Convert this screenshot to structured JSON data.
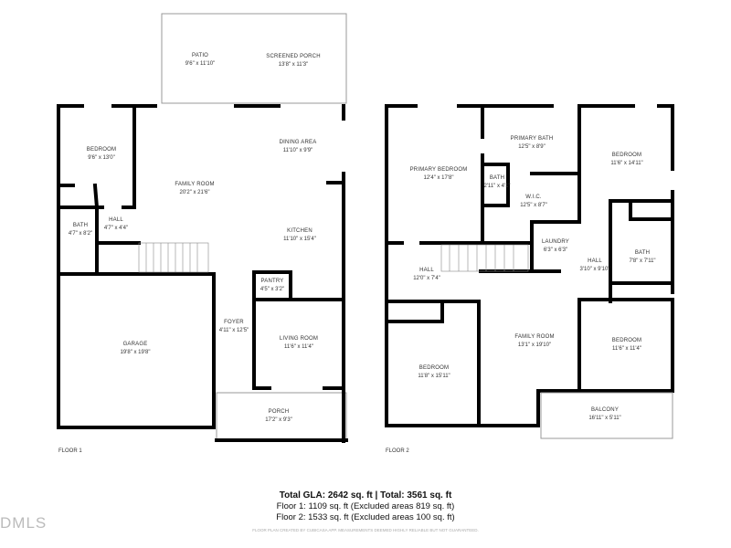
{
  "floor1": {
    "label": "FLOOR 1",
    "rooms": [
      {
        "name": "PATIO",
        "dims": "9'6\" x 11'10\""
      },
      {
        "name": "SCREENED PORCH",
        "dims": "13'8\" x 11'3\""
      },
      {
        "name": "BEDROOM",
        "dims": "9'6\" x 13'0\""
      },
      {
        "name": "FAMILY ROOM",
        "dims": "20'2\" x 21'6\""
      },
      {
        "name": "DINING AREA",
        "dims": "11'10\" x 9'9\""
      },
      {
        "name": "HALL",
        "dims": "4'7\" x 4'4\""
      },
      {
        "name": "BATH",
        "dims": "4'7\" x 8'2\""
      },
      {
        "name": "KITCHEN",
        "dims": "11'10\" x 15'4\""
      },
      {
        "name": "PANTRY",
        "dims": "4'5\" x 3'2\""
      },
      {
        "name": "GARAGE",
        "dims": "19'8\" x 19'8\""
      },
      {
        "name": "FOYER",
        "dims": "4'11\" x 12'5\""
      },
      {
        "name": "LIVING ROOM",
        "dims": "11'6\" x 11'4\""
      },
      {
        "name": "PORCH",
        "dims": "17'2\" x 9'3\""
      }
    ]
  },
  "floor2": {
    "label": "FLOOR 2",
    "rooms": [
      {
        "name": "PRIMARY BEDROOM",
        "dims": "12'4\" x 17'8\""
      },
      {
        "name": "PRIMARY BATH",
        "dims": "12'5\" x 8'9\""
      },
      {
        "name": "BATH",
        "dims": "2'11\" x 4'1\""
      },
      {
        "name": "W.I.C.",
        "dims": "12'5\" x 8'7\""
      },
      {
        "name": "BEDROOM",
        "dims": "11'6\" x 14'11\""
      },
      {
        "name": "LAUNDRY",
        "dims": "6'3\" x 6'3\""
      },
      {
        "name": "HALL",
        "dims": "3'10\" x 9'10\""
      },
      {
        "name": "BATH",
        "dims": "7'8\" x 7'11\""
      },
      {
        "name": "HALL",
        "dims": "12'0\" x 7'4\""
      },
      {
        "name": "FAMILY ROOM",
        "dims": "13'1\" x 19'10\""
      },
      {
        "name": "BEDROOM",
        "dims": "11'8\" x 15'11\""
      },
      {
        "name": "BEDROOM",
        "dims": "11'6\" x 11'4\""
      },
      {
        "name": "BALCONY",
        "dims": "16'11\" x 5'11\""
      }
    ]
  },
  "summary": {
    "total": "Total GLA: 2642 sq. ft | Total: 3561 sq. ft",
    "floor1": "Floor 1: 1109 sq. ft (Excluded areas 819 sq. ft)",
    "floor2": "Floor 2: 1533 sq. ft (Excluded areas 100 sq. ft)",
    "disclaimer": "FLOOR PLAN CREATED BY CUBICASA APP. MEASUREMENTS DEEMED HIGHLY RELIABLE BUT NOT GUARANTEED."
  },
  "logo": "DMLS"
}
